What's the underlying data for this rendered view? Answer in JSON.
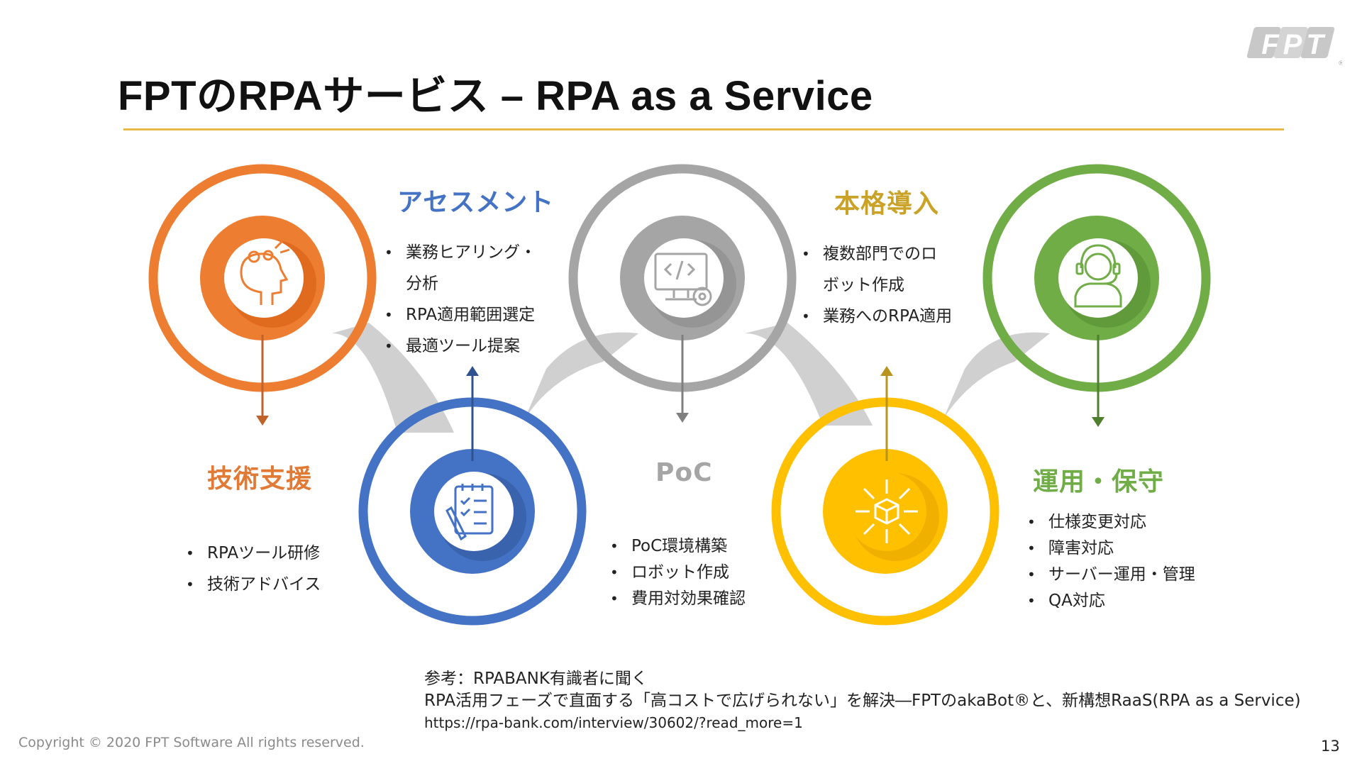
{
  "slide": {
    "title": "FPTのRPAサービス – RPA as a Service",
    "logo_text": "FPT",
    "page_number": "13",
    "copyright": "Copyright © 2020 FPT Software All rights reserved."
  },
  "colors": {
    "orange": "#ED7D31",
    "blue": "#4472C4",
    "gray": "#A5A5A5",
    "gold": "#FFC000",
    "green": "#70AD47",
    "rule": "#E6B94A"
  },
  "stages": [
    {
      "title": "技術支援",
      "color": "#ED7D31",
      "title_color": "#E07A35",
      "icon": "head-gears-icon",
      "arrow": "down",
      "bullets": [
        "RPAツール研修",
        "技術アドバイス"
      ]
    },
    {
      "title": "アセスメント",
      "color": "#4472C4",
      "title_color": "#4472C4",
      "icon": "checklist-icon",
      "arrow": "up",
      "bullets": [
        "業務ヒアリング・",
        "分析",
        "RPA適用範囲選定",
        "最適ツール提案"
      ]
    },
    {
      "title": "PoC",
      "color": "#A5A5A5",
      "title_color": "#A5A5A5",
      "icon": "computer-code-icon",
      "arrow": "down",
      "bullets": [
        "PoC環境構築",
        "ロボット作成",
        "費用対効果確認"
      ]
    },
    {
      "title": "本格導入",
      "color": "#FFC000",
      "title_color": "#C9A227",
      "icon": "box-arrows-icon",
      "arrow": "up",
      "bullets": [
        "複数部門でのロ",
        "ボット作成",
        "業務へのRPA適用"
      ]
    },
    {
      "title": "運用・保守",
      "color": "#70AD47",
      "title_color": "#70AD47",
      "icon": "support-agent-icon",
      "arrow": "down",
      "bullets": [
        "仕様変更対応",
        "障害対応",
        "サーバー運用・管理",
        "QA対応"
      ]
    }
  ],
  "reference": {
    "line1": "参考：RPABANK有識者に聞く",
    "line2": "RPA活用フェーズで直面する「高コストで広げられない」を解決―FPTのakaBot®と、新構想RaaS(RPA as a Service)",
    "url": "https://rpa-bank.com/interview/30602/?read_more=1"
  }
}
